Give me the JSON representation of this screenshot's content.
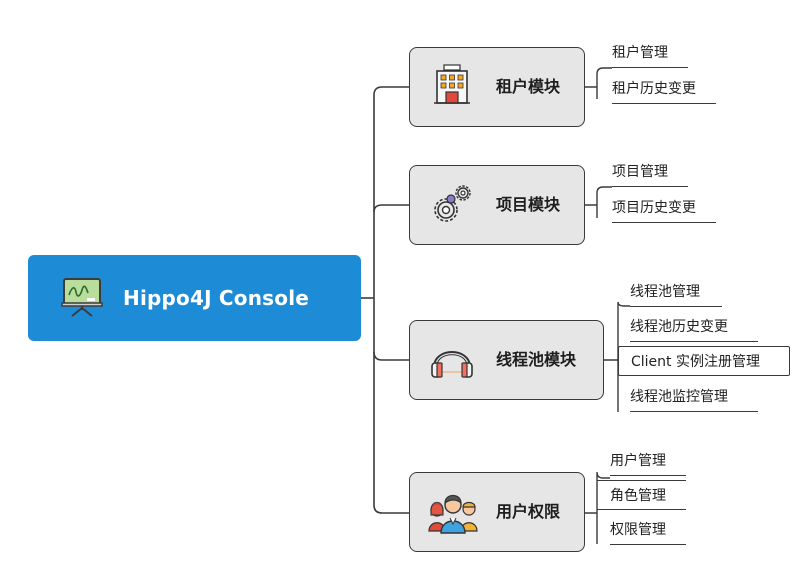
{
  "root": {
    "title": "Hippo4J Console",
    "icon": "presentation-board-icon",
    "color": "#1e8bd6"
  },
  "modules": [
    {
      "label": "租户模块",
      "icon": "hotel-building-icon",
      "leaves": [
        "租户管理",
        "租户历史变更"
      ]
    },
    {
      "label": "项目模块",
      "icon": "gears-icon",
      "leaves": [
        "项目管理",
        "项目历史变更"
      ]
    },
    {
      "label": "线程池模块",
      "icon": "headphones-icon",
      "leaves": [
        "线程池管理",
        "线程池历史变更",
        "Client 实例注册管理",
        "线程池监控管理"
      ]
    },
    {
      "label": "用户权限",
      "icon": "user-group-icon",
      "leaves": [
        "用户管理",
        "角色管理",
        "权限管理"
      ]
    }
  ]
}
